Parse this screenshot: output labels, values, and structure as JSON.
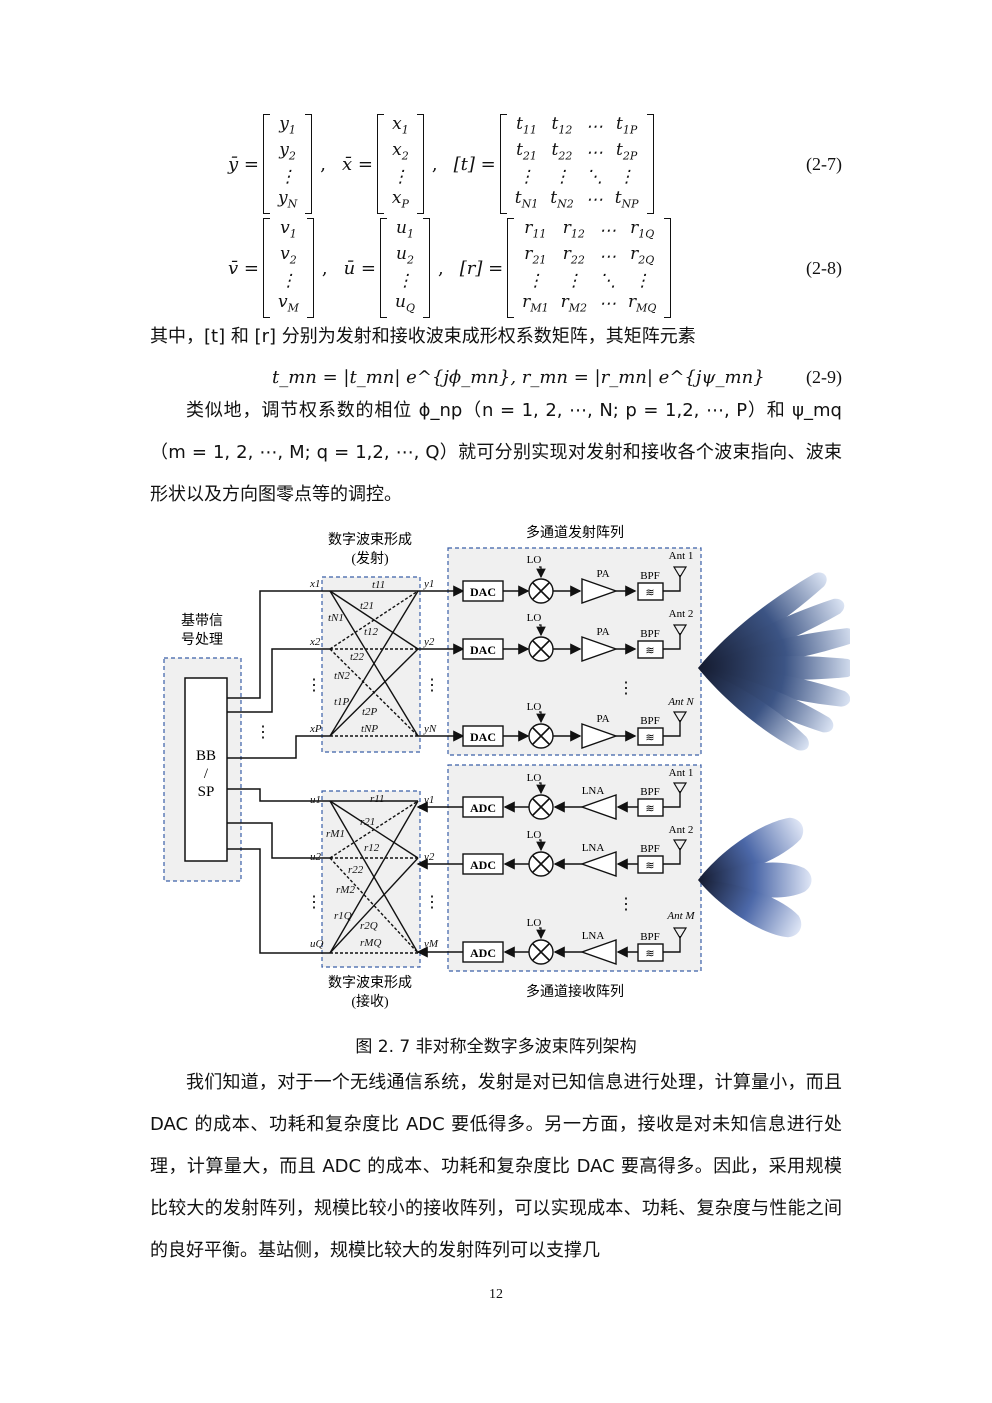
{
  "equations": {
    "eq_2_7": {
      "lhs_y": "ȳ =",
      "y_cells": [
        "y₁",
        "y₂",
        "⋮",
        "y_N"
      ],
      "lhs_x": "x̄ =",
      "x_cells": [
        "x₁",
        "x₂",
        "⋮",
        "x_P"
      ],
      "lhs_t": "[t] =",
      "number": "(2-7)"
    },
    "eq_2_8": {
      "lhs_v": "v̄ =",
      "lhs_u": "ū =",
      "lhs_r": "[r] =",
      "number": "(2-8)"
    },
    "eq_2_9": {
      "text": "t_mn = |t_mn| e^{jϕ_mn},   r_mn = |r_mn| e^{jψ_mn}",
      "number": "(2-9)"
    }
  },
  "text": {
    "where_line": "其中，[t] 和 [r] 分别为发射和接收波束成形权系数矩阵，其矩阵元素",
    "para1": "类似地，调节权系数的相位 ϕ_np（n = 1, 2, ⋯, N; p = 1,2, ⋯, P）和 ψ_mq（m = 1, 2, ⋯, M; q = 1,2, ⋯, Q）就可分别实现对发射和接收各个波束指向、波束形状以及方向图零点等的调控。",
    "para2": "我们知道，对于一个无线通信系统，发射是对已知信息进行处理，计算量小，而且 DAC 的成本、功耗和复杂度比 ADC 要低得多。另一方面，接收是对未知信息进行处理，计算量大，而且 ADC 的成本、功耗和复杂度比 DAC 要高得多。因此，采用规模比较大的发射阵列，规模比较小的接收阵列，可以实现成本、功耗、复杂度与性能之间的良好平衡。基站侧，规模比较大的发射阵列可以支撑几",
    "caption": "图 2. 7  非对称全数字多波束阵列架构",
    "page_number": "12"
  },
  "figure": {
    "title_tx_bf_1": "数字波束形成",
    "title_tx_bf_2": "(发射)",
    "title_tx_array": "多通道发射阵列",
    "title_baseband_1": "基带信",
    "title_baseband_2": "号处理",
    "title_rx_bf_1": "数字波束形成",
    "title_rx_bf_2": "(接收)",
    "title_rx_array": "多通道接收阵列",
    "bbsp": [
      "BB",
      "/",
      "SP"
    ],
    "dac": "DAC",
    "adc": "ADC",
    "lo": "LO",
    "pa": "PA",
    "lna": "LNA",
    "bpf": "BPF",
    "tx_ants": [
      "Ant 1",
      "Ant 2",
      "Ant N"
    ],
    "rx_ants": [
      "Ant 1",
      "Ant 2",
      "Ant M"
    ],
    "tx_inputs": [
      "x1",
      "x2",
      "xP"
    ],
    "tx_outputs": [
      "y1",
      "y2",
      "yN"
    ],
    "rx_inputs": [
      "u1",
      "u2",
      "uQ"
    ],
    "rx_outputs": [
      "v1",
      "v2",
      "vM"
    ],
    "tx_weights": [
      "t11",
      "t21",
      "tN1",
      "t12",
      "t22",
      "tN2",
      "t1P",
      "t2P",
      "tNP"
    ],
    "rx_weights": [
      "r11",
      "r21",
      "rM1",
      "r12",
      "r22",
      "rM2",
      "r1Q",
      "r2Q",
      "rMQ"
    ],
    "colors": {
      "panel_fill": "#f0f0f0",
      "panel_border": "#3a5fa8",
      "beam_dark": "#1a2238",
      "beam_light": "#6f90cc"
    }
  }
}
